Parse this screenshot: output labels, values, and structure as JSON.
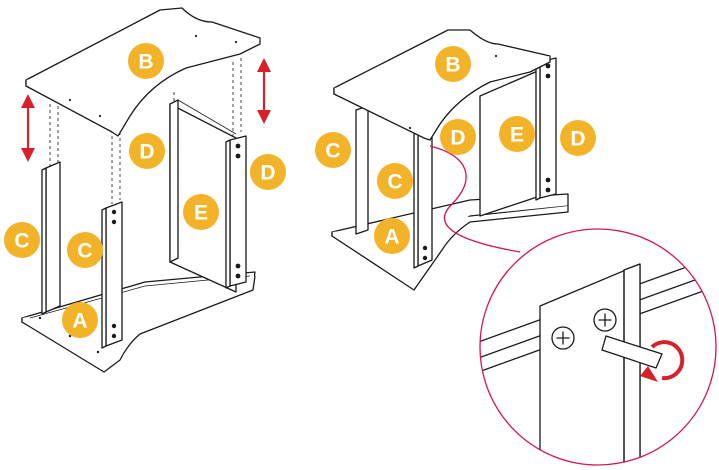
{
  "parts": {
    "a": "A",
    "b": "B",
    "c": "C",
    "d": "D",
    "e": "E"
  },
  "colors": {
    "badge": "#F3B328",
    "badge_text": "#ffffff",
    "arrow": "#d8202a",
    "detail_circle": "#d4145a",
    "rotation_arrow": "#d8202a",
    "line": "#1a1a1a"
  },
  "icons": [
    "double-arrow-icon",
    "screwdriver-icon",
    "rotate-clockwise-icon",
    "screw-head-icon"
  ]
}
